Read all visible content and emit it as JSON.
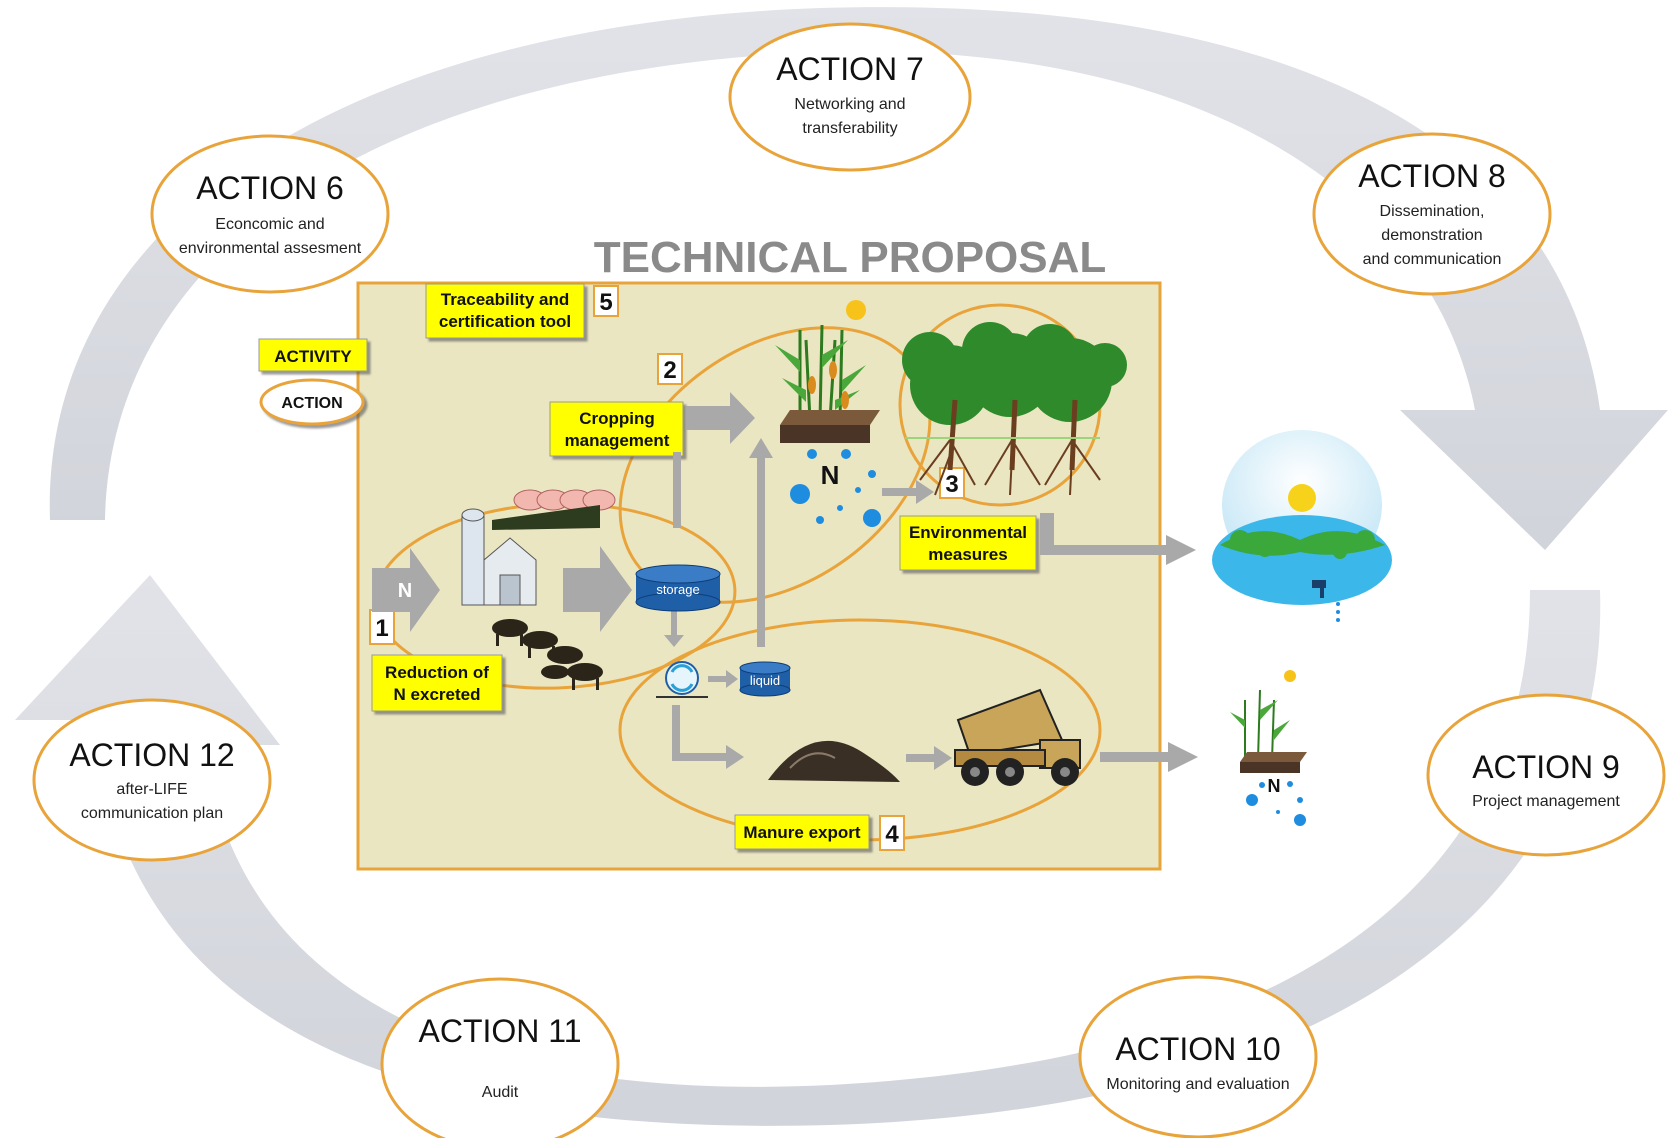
{
  "title": "TECHNICAL PROPOSAL",
  "legend": {
    "activity": "ACTIVITY",
    "action": "ACTION"
  },
  "actions": [
    {
      "id": "6",
      "heading": "ACTION 6",
      "lines": [
        "Econcomic and",
        "environmental assesment"
      ]
    },
    {
      "id": "7",
      "heading": "ACTION 7",
      "lines": [
        "Networking and",
        "transferability"
      ]
    },
    {
      "id": "8",
      "heading": "ACTION 8",
      "lines": [
        "Dissemination,",
        "demonstration",
        "and communication"
      ]
    },
    {
      "id": "9",
      "heading": "ACTION 9",
      "lines": [
        "Project management"
      ]
    },
    {
      "id": "10",
      "heading": "ACTION 10",
      "lines": [
        "Monitoring and evaluation"
      ]
    },
    {
      "id": "11",
      "heading": "ACTION 11",
      "lines": [
        "Audit"
      ]
    },
    {
      "id": "12",
      "heading": "ACTION 12",
      "lines": [
        "after-LIFE",
        "communication plan"
      ]
    }
  ],
  "activities": [
    {
      "number": "1",
      "lines": [
        "Reduction of",
        "N excreted"
      ]
    },
    {
      "number": "2",
      "lines": [
        "Cropping",
        "management"
      ]
    },
    {
      "number": "3",
      "lines": [
        "Environmental",
        "measures"
      ]
    },
    {
      "number": "4",
      "lines": [
        "Manure export"
      ]
    },
    {
      "number": "5",
      "lines": [
        "Traceability and",
        "certification tool"
      ]
    }
  ],
  "labels": {
    "storage": "storage",
    "liquid": "liquid",
    "n": "N"
  },
  "colors": {
    "ring": "#d4d6dc",
    "action_border": "#e8a43a",
    "panel_bg": "#ebe6c2",
    "panel_border": "#e8a43a",
    "activity_box": "#ffff00",
    "arrow": "#a9a9a9",
    "storage": "#1f5fa8"
  }
}
